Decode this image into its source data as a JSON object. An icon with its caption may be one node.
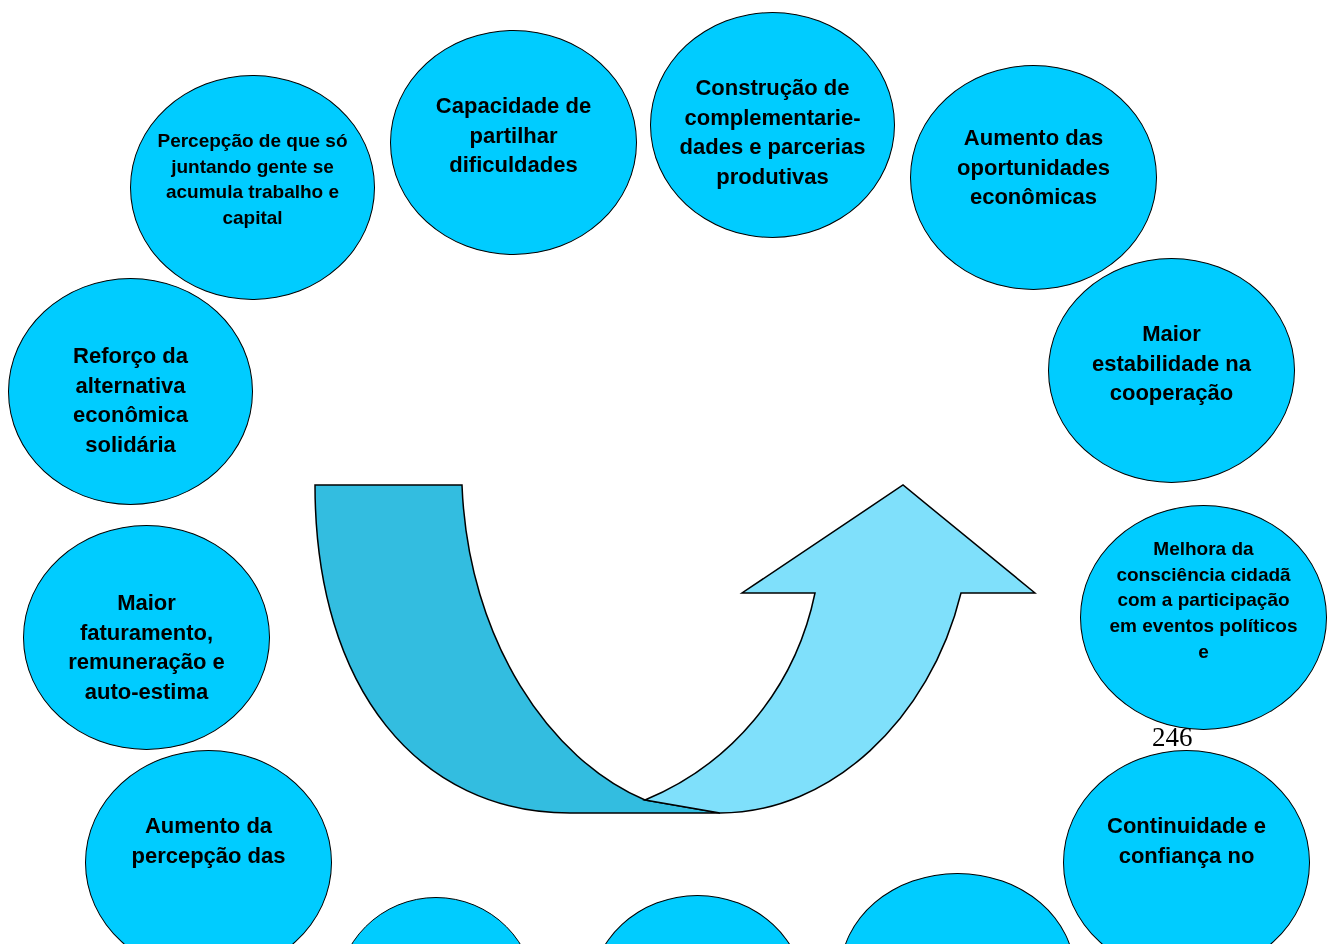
{
  "diagram": {
    "nodes": [
      {
        "text": [
          "Percepção de que só juntando gente se acumula trabalho e capital"
        ]
      },
      {
        "text": [
          "Capacidade de partilhar dificuldades"
        ]
      },
      {
        "text": [
          "Construção de complementarie-dades e parcerias produtivas"
        ]
      },
      {
        "text": [
          "Aumento das oportunidades econômicas"
        ]
      },
      {
        "text": [
          "Maior estabilidade na cooperação"
        ]
      },
      {
        "text": [
          "Melhora da consciência cidadã com a participação em eventos políticos e"
        ]
      },
      {
        "text": [
          "Continuidade e confiança no"
        ]
      },
      {
        "text": [],
        "shape": "circle"
      },
      {
        "text": [],
        "shape": "circle"
      },
      {
        "text": [],
        "shape": "circle"
      },
      {
        "text": [
          "Aumento da percepção das"
        ]
      },
      {
        "text": [
          "Maior faturamento, remuneração e auto-estima"
        ]
      },
      {
        "text": [
          "Reforço da alternativa econômica solidária"
        ]
      }
    ],
    "edges": [],
    "labels": [
      "246"
    ]
  }
}
